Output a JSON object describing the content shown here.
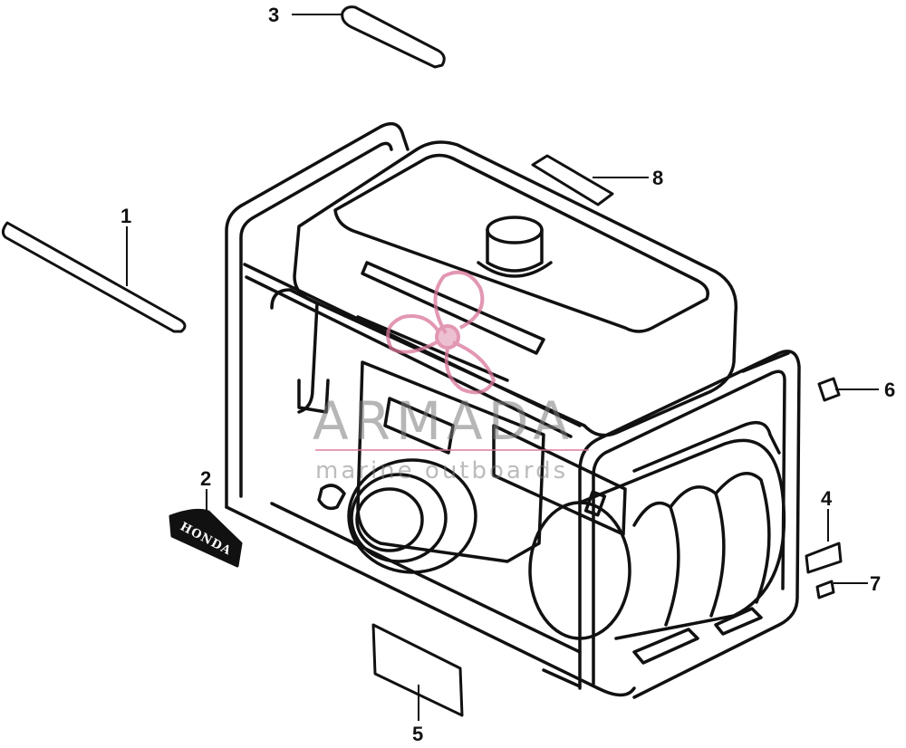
{
  "diagram": {
    "callouts": [
      {
        "id": "1",
        "label": "1"
      },
      {
        "id": "2",
        "label": "2"
      },
      {
        "id": "3",
        "label": "3"
      },
      {
        "id": "4",
        "label": "4"
      },
      {
        "id": "5",
        "label": "5"
      },
      {
        "id": "6",
        "label": "6"
      },
      {
        "id": "7",
        "label": "7"
      },
      {
        "id": "8",
        "label": "8"
      }
    ],
    "emblem_text": "HONDA"
  },
  "watermark": {
    "title": "ARMADA",
    "subtitle": "marine outboards",
    "accent_color": "#d9759a"
  }
}
